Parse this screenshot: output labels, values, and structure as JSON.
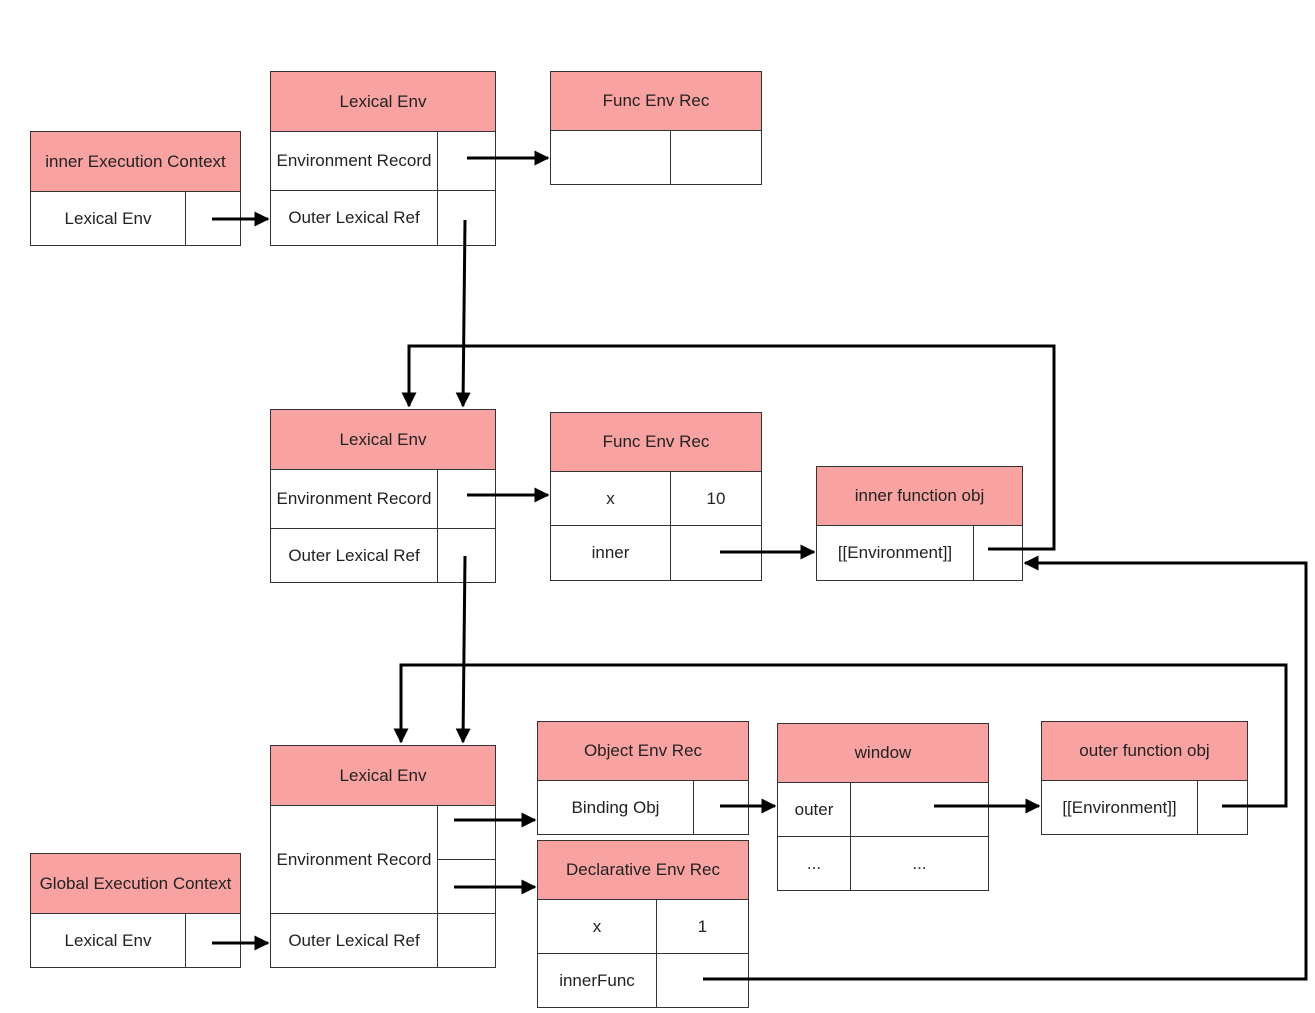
{
  "colors": {
    "header": "#f9a2a2",
    "border": "#333333",
    "arrow": "#000000"
  },
  "inner_ctx": {
    "title": "inner Execution Context",
    "row": "Lexical Env"
  },
  "inner_le": {
    "title": "Lexical Env",
    "env_record": "Environment Record",
    "outer_ref": "Outer Lexical Ref"
  },
  "inner_fer": {
    "title": "Func Env Rec"
  },
  "outer_le": {
    "title": "Lexical Env",
    "env_record": "Environment Record",
    "outer_ref": "Outer Lexical Ref"
  },
  "outer_fer": {
    "title": "Func Env Rec",
    "rows": [
      {
        "key": "x",
        "value": "10"
      },
      {
        "key": "inner",
        "value": ""
      }
    ]
  },
  "inner_fn": {
    "title": "inner function obj",
    "slot": "[[Environment]]"
  },
  "global_ctx": {
    "title": "Global Execution Context",
    "row": "Lexical Env"
  },
  "global_le": {
    "title": "Lexical Env",
    "env_record": "Environment Record",
    "outer_ref": "Outer Lexical Ref"
  },
  "obj_env": {
    "title": "Object Env Rec",
    "row": "Binding Obj"
  },
  "decl_env": {
    "title": "Declarative Env Rec",
    "rows": [
      {
        "key": "x",
        "value": "1"
      },
      {
        "key": "innerFunc",
        "value": ""
      }
    ]
  },
  "window": {
    "title": "window",
    "rows": [
      {
        "key": "outer",
        "value": ""
      },
      {
        "key": "...",
        "value": "..."
      }
    ]
  },
  "outer_fn": {
    "title": "outer function obj",
    "slot": "[[Environment]]"
  }
}
